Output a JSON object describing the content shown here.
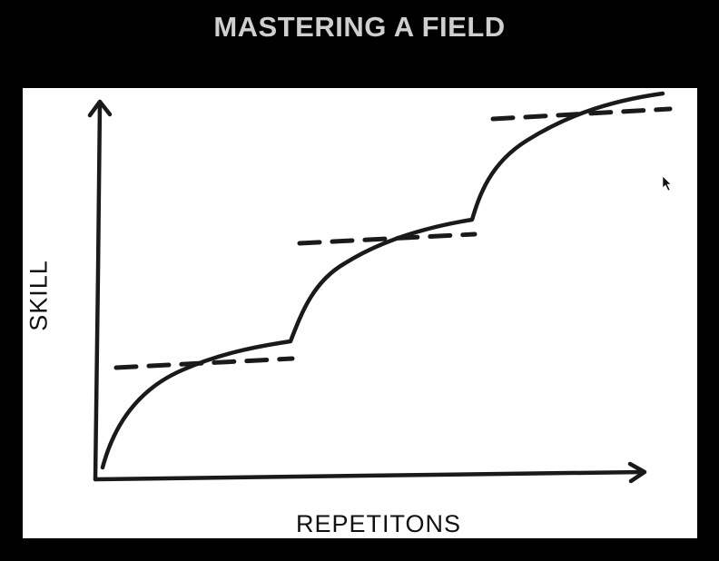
{
  "slide": {
    "title": "MASTERING A FIELD",
    "y_axis_label": "SKILL",
    "x_axis_label": "REPETITONS"
  },
  "colors": {
    "background": "#000000",
    "board": "#ffffff",
    "ink": "#1a1a1a",
    "title": "#cfcfcf"
  }
}
